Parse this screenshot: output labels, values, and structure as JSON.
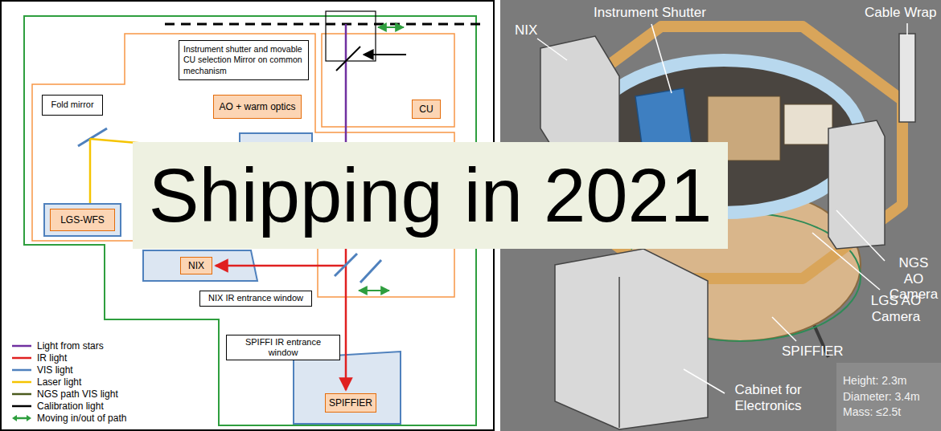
{
  "diagram": {
    "nodes": [
      {
        "text": [
          "Instrument shutter and movable CU selection Mirror on common mechanism"
        ]
      },
      {
        "text": [
          "CU"
        ]
      },
      {
        "text": [
          "AO + warm optics"
        ]
      },
      {
        "text": [
          "Fold mirror"
        ]
      },
      {
        "text": [
          "LGS-WFS"
        ]
      },
      {
        "text": [
          "NIX"
        ]
      },
      {
        "text": [
          "NIX IR entrance window"
        ]
      },
      {
        "text": [
          "SPIFFI IR entrance window"
        ]
      },
      {
        "text": [
          "SPIFFIER"
        ]
      },
      {
        "text": [
          "Shipping in 2021"
        ]
      },
      {
        "text": [
          "Height: 2.3m",
          "Diameter: 3.4m",
          "Mass: ≤2.5t"
        ]
      }
    ],
    "labels": [
      "NIX",
      "Instrument Shutter",
      "Cable Wrap",
      "NGS AO Camera",
      "LGS AO Camera",
      "SPIFFIER",
      "Cabinet for Electronics"
    ],
    "legend": [
      {
        "text": "Light from stars"
      },
      {
        "text": "IR light"
      },
      {
        "text": "VIS light"
      },
      {
        "text": "Laser light"
      },
      {
        "text": "NGS path VIS light"
      },
      {
        "text": "Calibration light"
      },
      {
        "text": "Moving in/out of path"
      }
    ]
  }
}
